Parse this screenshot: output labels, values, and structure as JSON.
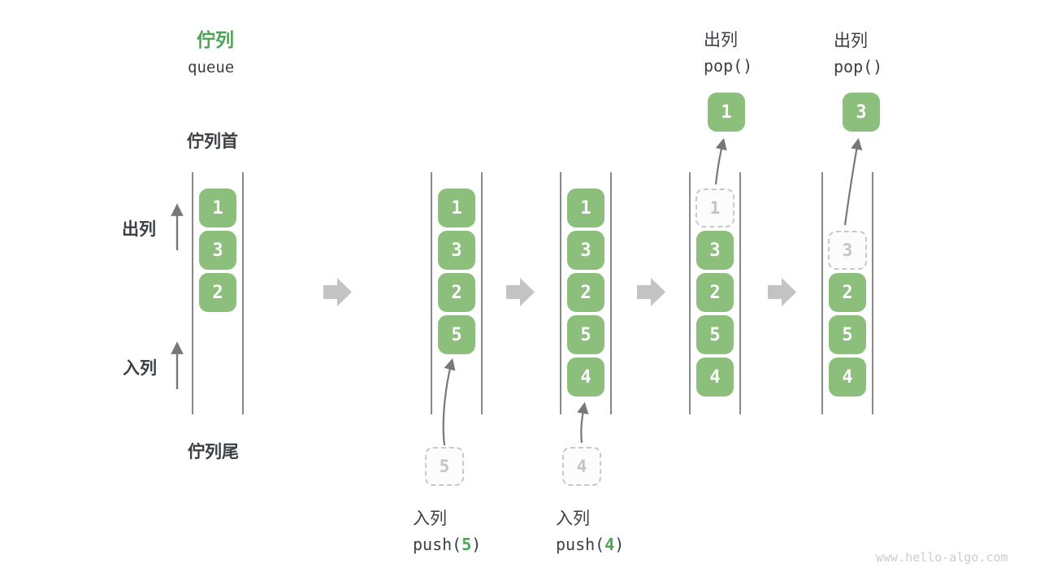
{
  "header": {
    "title_zh": "佇列",
    "title_en": "queue"
  },
  "labels": {
    "front": "佇列首",
    "rear": "佇列尾",
    "dequeue_side": "出列",
    "enqueue_side": "入列"
  },
  "columns": [
    {
      "items": [
        "1",
        "3",
        "2"
      ]
    },
    {
      "items": [
        "1",
        "3",
        "2",
        "5"
      ],
      "ghost": "5",
      "op": {
        "label": "入列",
        "pre": "push(",
        "arg": "5",
        "post": ")"
      }
    },
    {
      "items": [
        "1",
        "3",
        "2",
        "5",
        "4"
      ],
      "ghost": "4",
      "op": {
        "label": "入列",
        "pre": "push(",
        "arg": "4",
        "post": ")"
      }
    },
    {
      "items": [
        "3",
        "2",
        "5",
        "4"
      ],
      "ghost": "1",
      "popped": "1",
      "op": {
        "label": "出列",
        "code": "pop()"
      }
    },
    {
      "items": [
        "2",
        "5",
        "4"
      ],
      "ghost": "3",
      "popped": "3",
      "op": {
        "label": "出列",
        "code": "pop()"
      }
    }
  ],
  "watermark": "www.hello-algo.com",
  "colors": {
    "item_green": "#8CBE7C",
    "accent_green": "#4CA552",
    "text_dark": "#3b4045",
    "wall_line": "#54575b",
    "small_arrow": "#76797c",
    "big_arrow": "#c3c3c3",
    "ghost_border": "#c9c9c9",
    "ghost_text": "#c4c4c4"
  },
  "icons": {
    "step_arrow": "right-arrow",
    "flow_arrow": "up-arrow"
  }
}
